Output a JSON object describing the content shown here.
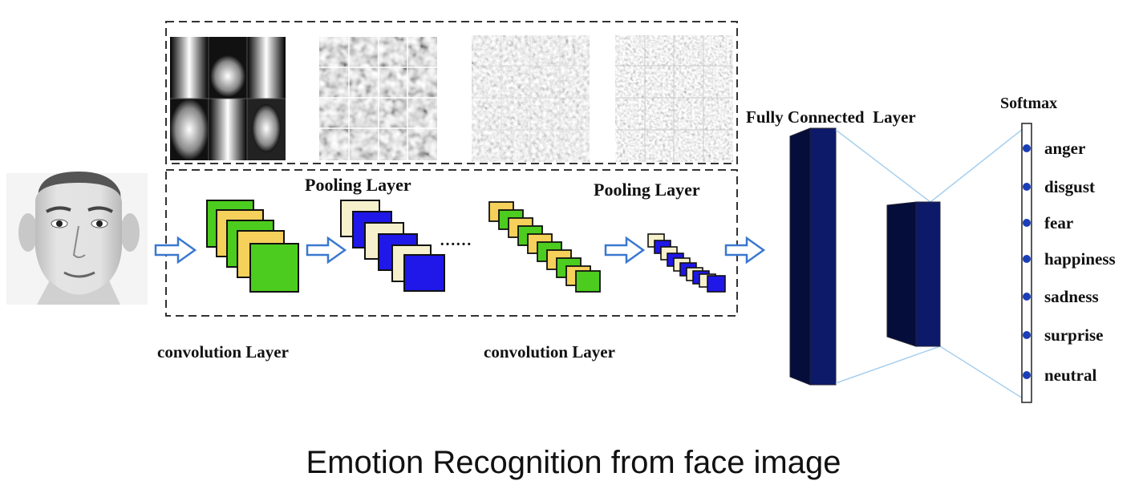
{
  "labels": {
    "pooling_layer_1": "Pooling Layer",
    "pooling_layer_2": "Pooling Layer",
    "convolution_layer_1": "convolution Layer",
    "convolution_layer_2": "convolution Layer",
    "fully_connected_layer": "Fully Connected  Layer",
    "softmax": "Softmax",
    "ellipsis": "……"
  },
  "emotions": [
    "anger",
    "disgust",
    "fear",
    "happiness",
    "sadness",
    "surprise",
    "neutral"
  ],
  "caption": "Emotion Recognition from face image",
  "colors": {
    "green": "#4ccc1e",
    "yellow": "#f5d05a",
    "cream": "#f6f0cc",
    "blue": "#1f18e8",
    "fc_front": "#0d1a6a",
    "fc_side": "#050d3a",
    "arrow": "#3a78d0",
    "connector": "#a8d0ee"
  },
  "icons": [
    "face-photo",
    "feature-map-grid",
    "right-arrow-icon",
    "softmax-node"
  ]
}
